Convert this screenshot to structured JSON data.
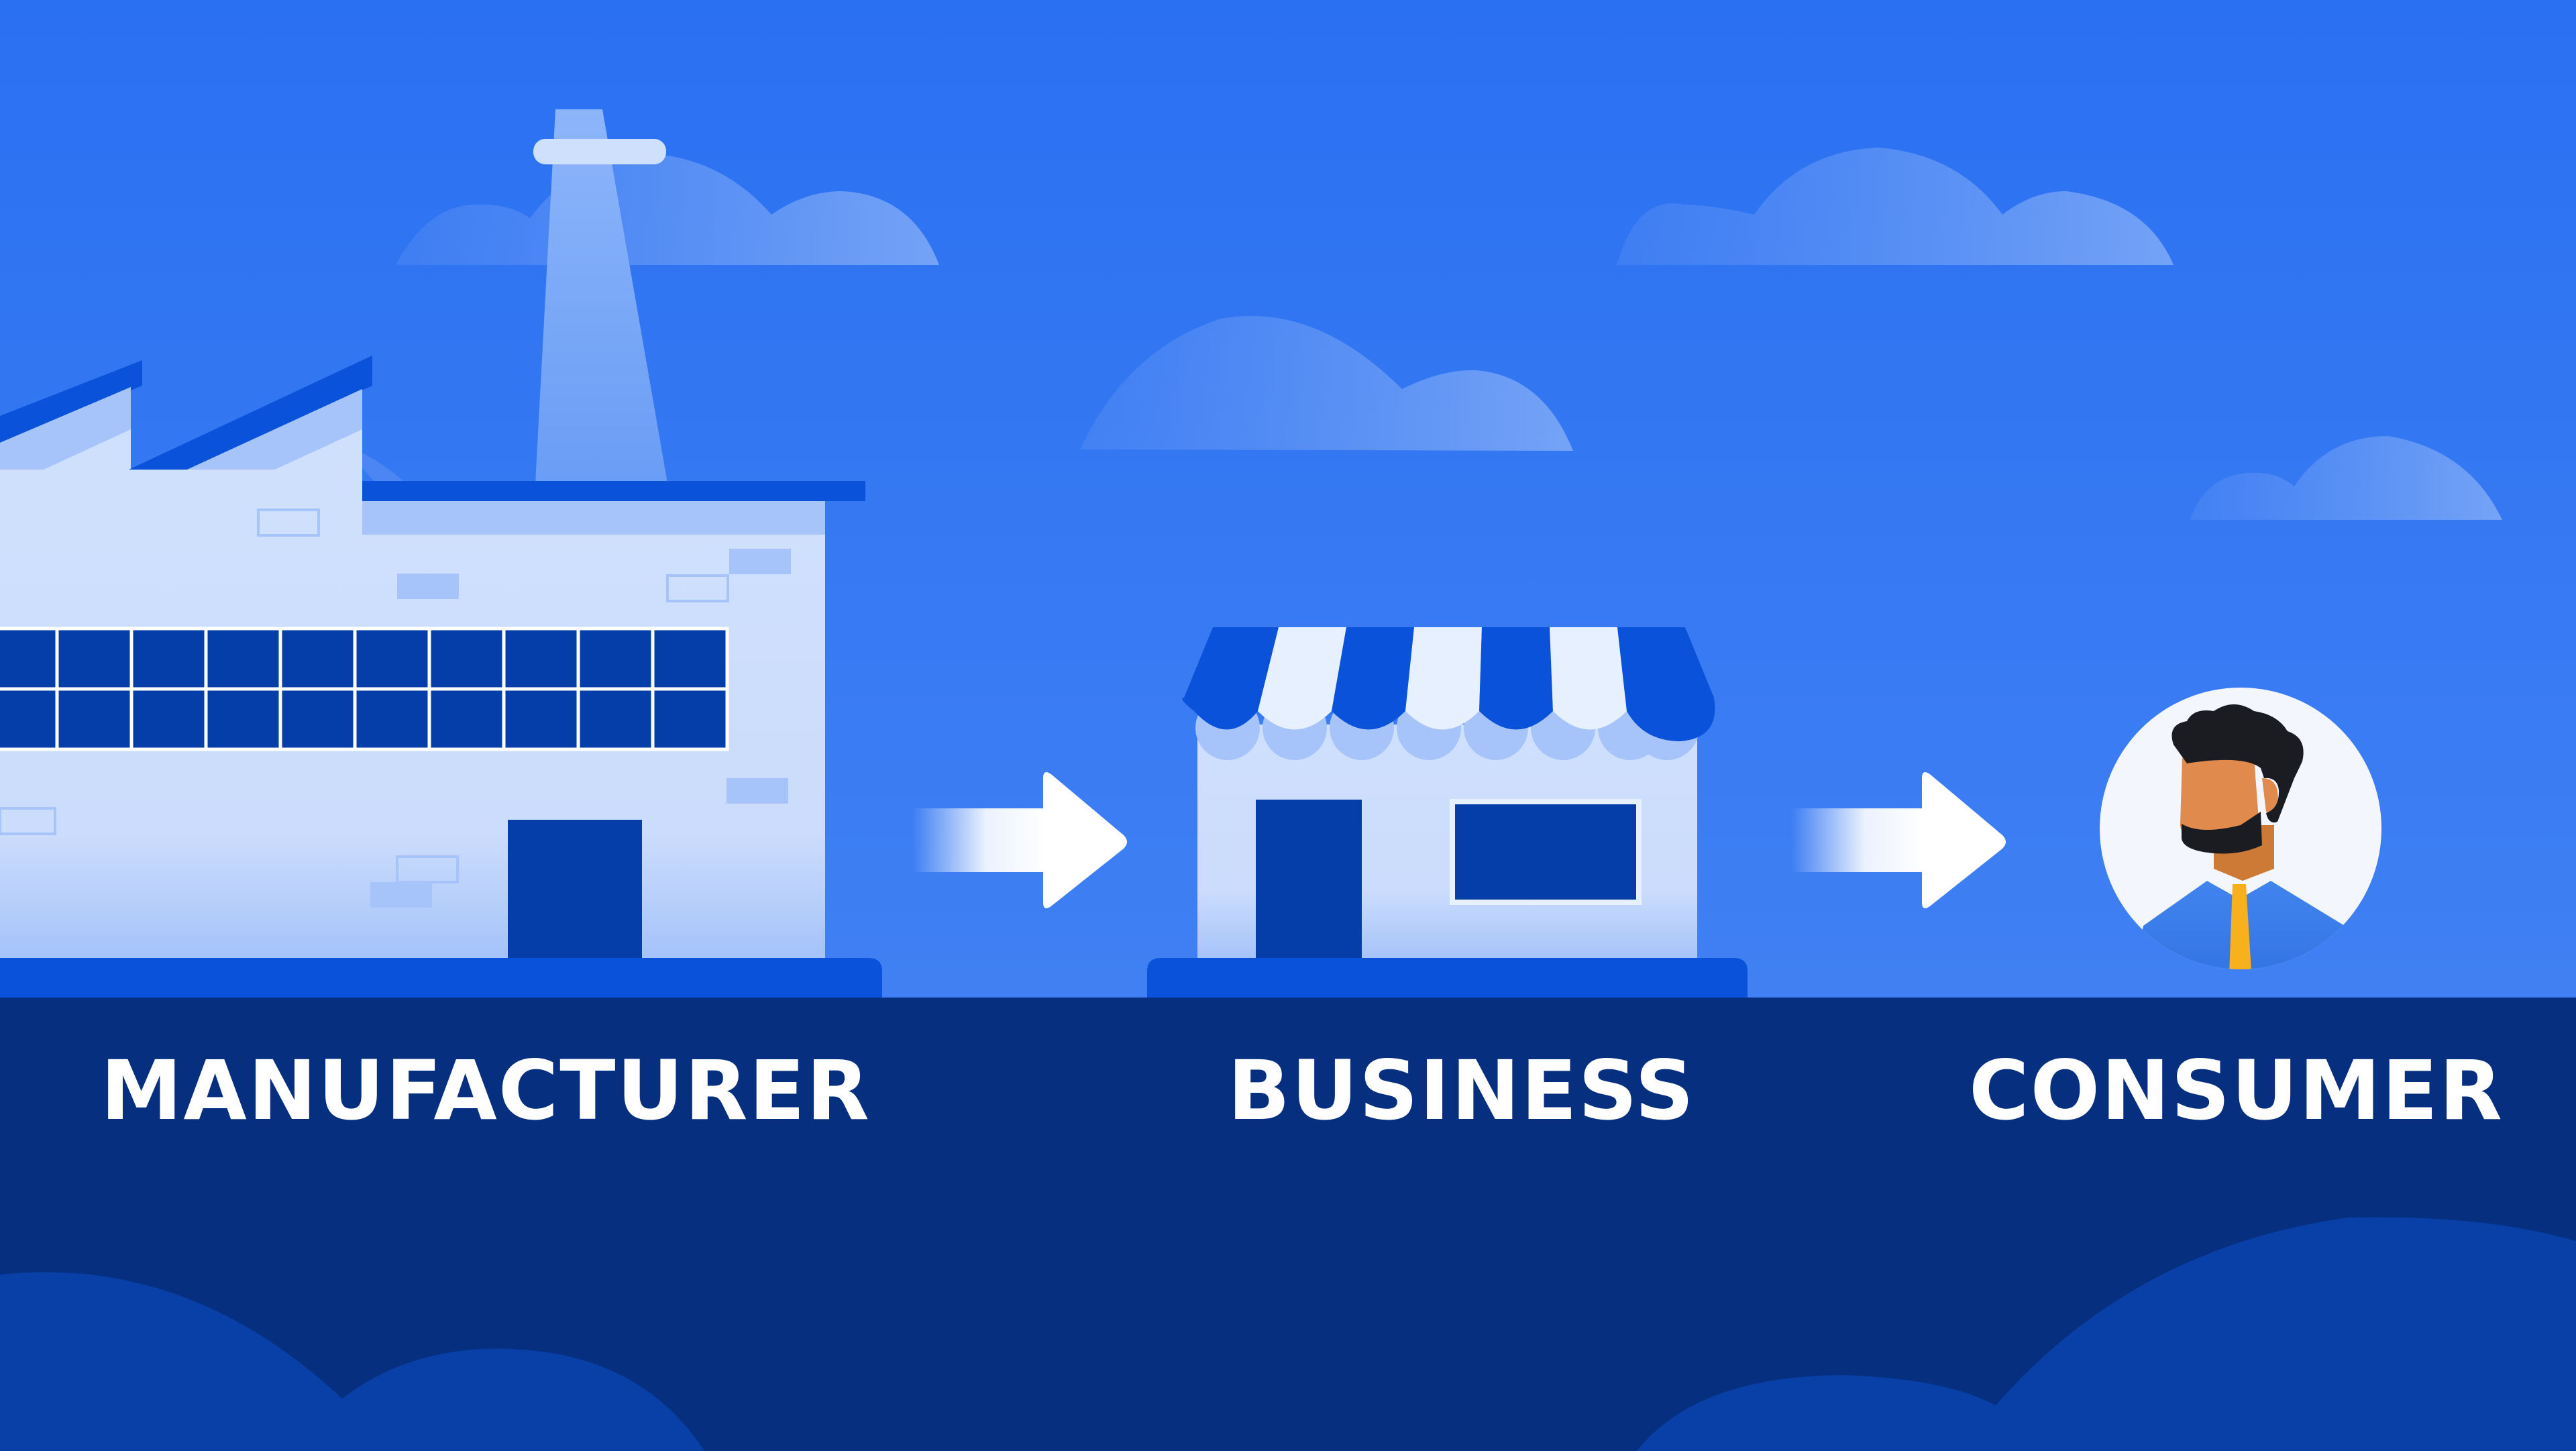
{
  "diagram": {
    "type": "supply-chain-flow",
    "stages": [
      {
        "id": "manufacturer",
        "label": "MANUFACTURER",
        "icon": "factory-icon"
      },
      {
        "id": "business",
        "label": "BUSINESS",
        "icon": "storefront-icon"
      },
      {
        "id": "consumer",
        "label": "CONSUMER",
        "icon": "person-avatar-icon"
      }
    ],
    "connectors": [
      {
        "from": "manufacturer",
        "to": "business",
        "icon": "arrow-right-icon"
      },
      {
        "from": "business",
        "to": "consumer",
        "icon": "arrow-right-icon"
      }
    ]
  },
  "colors": {
    "sky": "#2c72f3",
    "sky_bottom": "#3f7ff2",
    "cloud": "#6b9cf5",
    "ground": "#062f80",
    "ground_cloud": "#0840a8",
    "building_light": "#cfe0fd",
    "building_mid": "#a6c4fa",
    "building_accent": "#0a52d9",
    "window_dark": "#063ea9",
    "arrow": "#ffffff",
    "skin": "#e08a4d",
    "hair": "#1a1c22",
    "tie": "#f8b01c",
    "shirt": "#3a7ae9",
    "label_text": "#ffffff"
  }
}
